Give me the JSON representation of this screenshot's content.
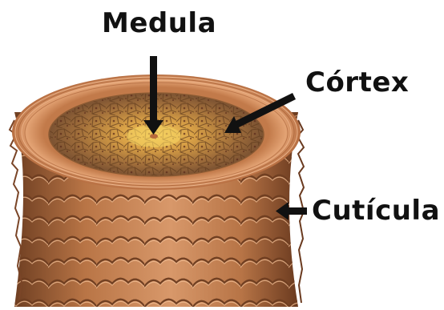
{
  "labels": {
    "medula": "Medula",
    "cortex": "Córtex",
    "cuticula": "Cutícula"
  },
  "colors": {
    "ink": "#111111",
    "cuticle_dark": "#8a5330",
    "cuticle_mid": "#c27f52",
    "cuticle_light": "#e3a878",
    "rim": "#d89062",
    "cortex_fill": "#a9703f",
    "medulla_center": "#f2c552"
  }
}
